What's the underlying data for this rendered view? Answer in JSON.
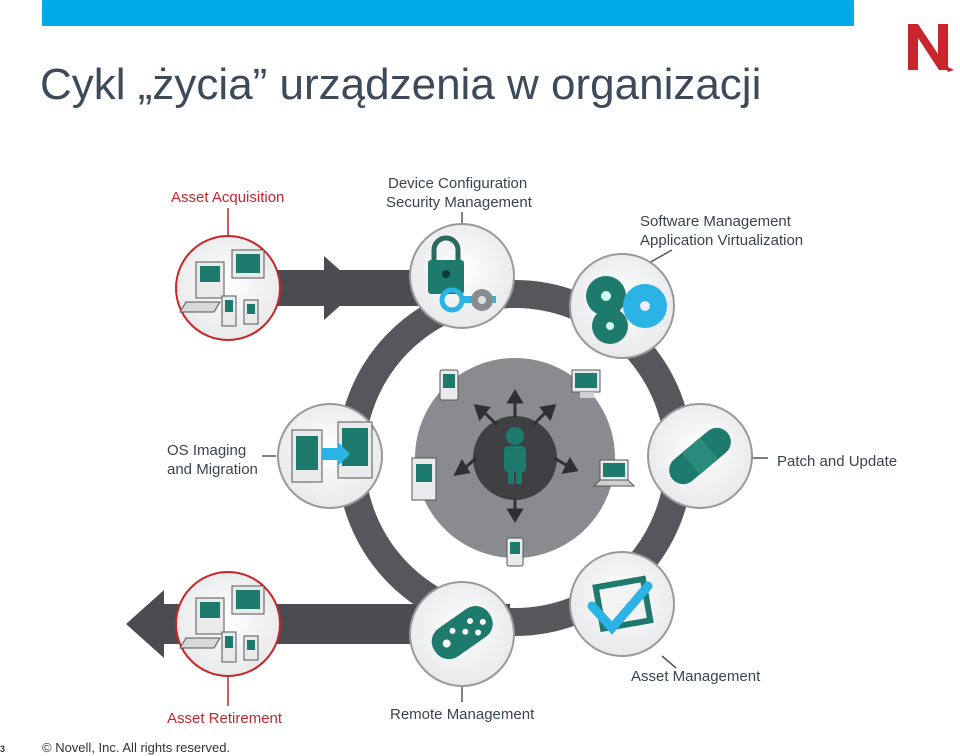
{
  "slide": {
    "title": "Cykl „życia” urządzenia w organizacji",
    "footer": "©  Novell, Inc.  All rights reserved.",
    "page_number": "3"
  },
  "colors": {
    "accent_bar": "#00a9e5",
    "brand_red": "#c9262b",
    "ring": "#55575b",
    "arrow": "#4a4c52",
    "teal": "#1d7a6c",
    "title_text": "#3d4a5a"
  },
  "stages": {
    "asset_acquisition": "Asset Acquisition",
    "device_config_line1": "Device Configuration",
    "device_config_line2": "Security Management",
    "software_line1": "Software Management",
    "software_line2": "Application Virtualization",
    "os_imaging_line1": "OS Imaging",
    "os_imaging_line2": "and Migration",
    "patch_update": "Patch and Update",
    "asset_management": "Asset Management",
    "asset_retirement": "Asset Retirement",
    "remote_management": "Remote Management"
  },
  "icons": [
    "novell-logo-icon",
    "desktop-devices-icon",
    "padlock-key-icon",
    "cd-discs-icon",
    "server-migration-icon",
    "bandage-patch-icon",
    "clipboard-check-icon",
    "remote-control-icon",
    "user-icon",
    "pda-icon",
    "laptop-icon",
    "server-tower-icon"
  ]
}
